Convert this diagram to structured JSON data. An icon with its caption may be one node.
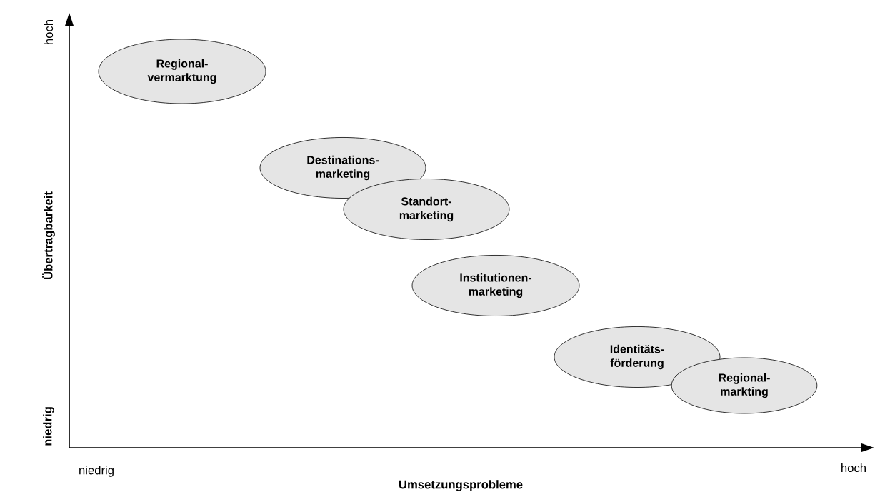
{
  "diagram": {
    "nodes": [
      {
        "text": [
          "Regional- vermarktung"
        ]
      },
      {
        "text": [
          "Destinations- marketing"
        ]
      },
      {
        "text": [
          "Standort- marketing"
        ]
      },
      {
        "text": [
          "Institutionen- marketing"
        ]
      },
      {
        "text": [
          "Identitäts- förderung"
        ]
      },
      {
        "text": [
          "Regional- markting"
        ]
      }
    ],
    "edges": [],
    "labels": [
      "hoch",
      "Übertragbarkeit",
      "niedrig",
      "niedrig",
      "hoch",
      "Umsetzungsprobleme"
    ]
  }
}
